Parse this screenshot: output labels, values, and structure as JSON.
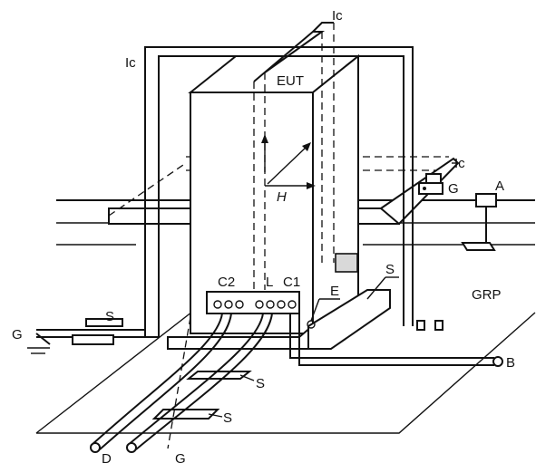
{
  "labels": {
    "ic_top": "Ic",
    "ic_left": "Ic",
    "ic_right": "Ic",
    "eut": "EUT",
    "h": "H",
    "g_right": "G",
    "a": "A",
    "s_right": "S",
    "grp": "GRP",
    "c2": "C2",
    "l": "L",
    "c1": "C1",
    "e": "E",
    "s_left": "S",
    "g_left": "G",
    "b": "B",
    "s_mid1": "S",
    "s_mid2": "S",
    "d": "D",
    "g_bottom": "G"
  }
}
